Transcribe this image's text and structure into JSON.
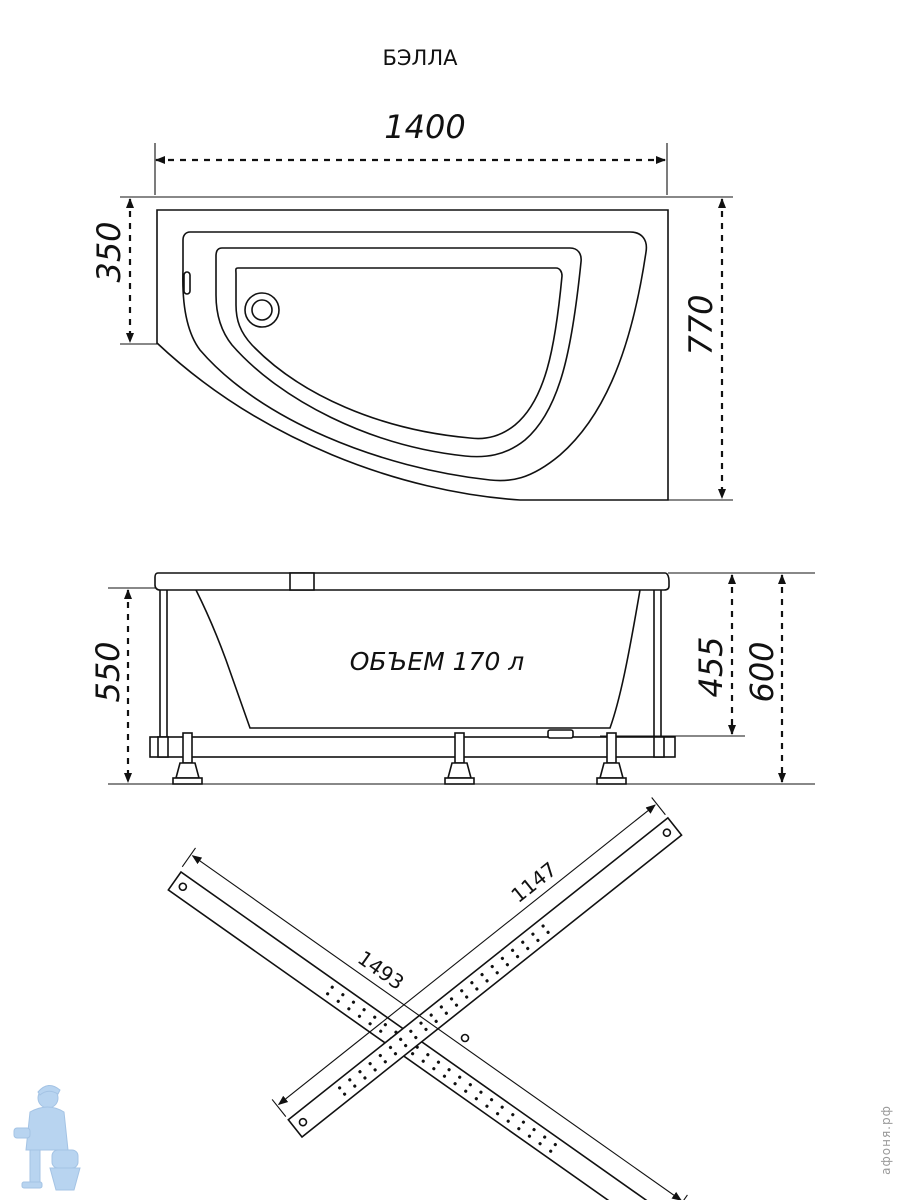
{
  "title": "БЭЛЛА",
  "top_view": {
    "width_label": "1400",
    "left_depth_label": "350",
    "right_depth_label": "770"
  },
  "side_view": {
    "volume_label": "ОБЪЕМ 170 л",
    "left_height_label": "550",
    "inner_height_label": "455",
    "total_height_label": "600"
  },
  "frame_view": {
    "long_bar_label": "1493",
    "short_bar_label": "1147"
  },
  "watermark": {
    "text": "афоня.рф",
    "icon": "plumber-mascot-icon"
  }
}
